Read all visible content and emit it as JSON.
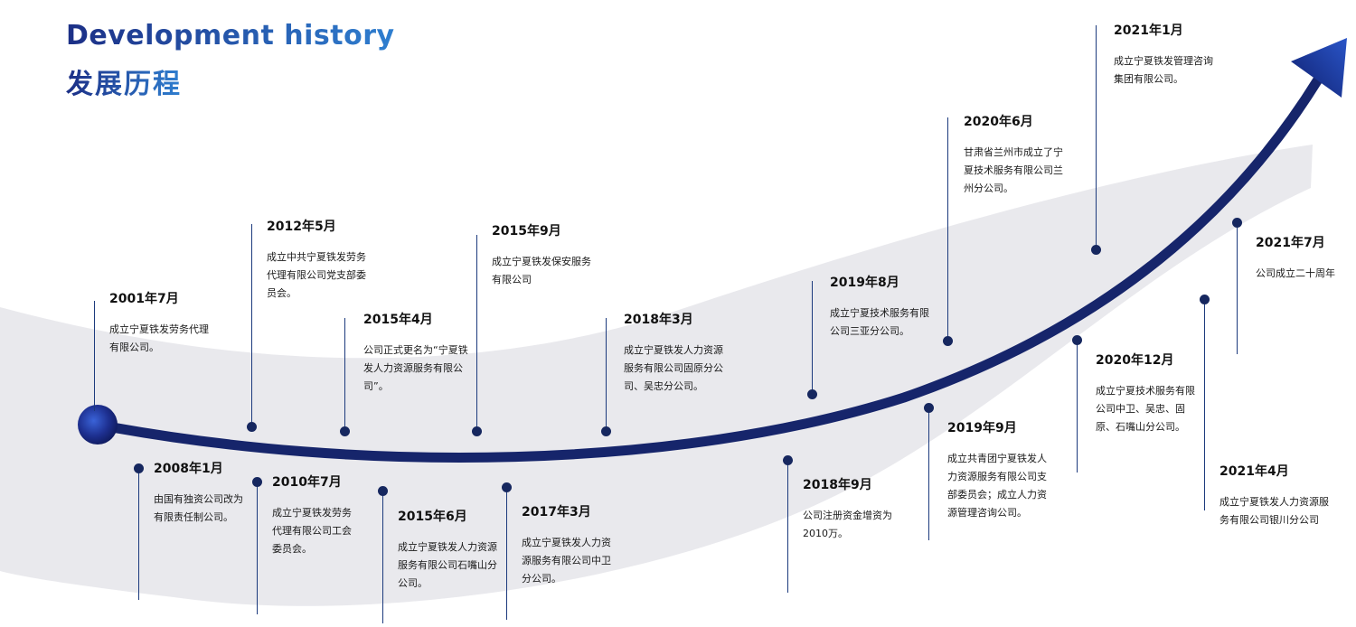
{
  "header": {
    "title_en": "Development history",
    "title_cn": "发展历程"
  },
  "colors": {
    "title_gradient_start": "#1c2f86",
    "title_gradient_end": "#2f7fd0",
    "curve": "#16256b",
    "band": "#e9e9ed",
    "dot": "#16275f",
    "stem": "#1c3a7d"
  },
  "events": [
    {
      "date": "2001年7月",
      "desc": [
        "成立宁夏铁发劳务代理",
        "有限公司。"
      ]
    },
    {
      "date": "2008年1月",
      "desc": [
        "由国有独资公司改为",
        "有限责任制公司。"
      ]
    },
    {
      "date": "2010年7月",
      "desc": [
        "成立宁夏铁发劳务",
        "代理有限公司工会",
        "委员会。"
      ]
    },
    {
      "date": "2012年5月",
      "desc": [
        "成立中共宁夏铁发劳务",
        "代理有限公司党支部委",
        "员会。"
      ]
    },
    {
      "date": "2015年4月",
      "desc": [
        "公司正式更名为“宁夏铁",
        "发人力资源服务有限公",
        "司”。"
      ]
    },
    {
      "date": "2015年6月",
      "desc": [
        "成立宁夏铁发人力资源",
        "服务有限公司石嘴山分",
        "公司。"
      ]
    },
    {
      "date": "2015年9月",
      "desc": [
        "成立宁夏铁发保安服务",
        "有限公司"
      ]
    },
    {
      "date": "2017年3月",
      "desc": [
        "成立宁夏铁发人力资",
        "源服务有限公司中卫",
        "分公司。"
      ]
    },
    {
      "date": "2018年3月",
      "desc": [
        "成立宁夏铁发人力资源",
        "服务有限公司固原分公",
        "司、吴忠分公司。"
      ]
    },
    {
      "date": "2018年9月",
      "desc": [
        "公司注册资金增资为",
        "2010万。"
      ]
    },
    {
      "date": "2019年8月",
      "desc": [
        "成立宁夏技术服务有限",
        "公司三亚分公司。"
      ]
    },
    {
      "date": "2019年9月",
      "desc": [
        "成立共青团宁夏铁发人",
        "力资源服务有限公司支",
        "部委员会；成立人力资",
        "源管理咨询公司。"
      ]
    },
    {
      "date": "2020年6月",
      "desc": [
        "甘肃省兰州市成立了宁",
        "夏技术服务有限公司兰",
        "州分公司。"
      ]
    },
    {
      "date": "2020年12月",
      "desc": [
        "成立宁夏技术服务有限",
        "公司中卫、吴忠、固",
        "原、石嘴山分公司。"
      ]
    },
    {
      "date": "2021年1月",
      "desc": [
        "成立宁夏铁发管理咨询",
        "集团有限公司。"
      ]
    },
    {
      "date": "2021年4月",
      "desc": [
        "成立宁夏铁发人力资源服",
        "务有限公司银川分公司"
      ]
    },
    {
      "date": "2021年7月",
      "desc": [
        "公司成立二十周年"
      ]
    }
  ]
}
